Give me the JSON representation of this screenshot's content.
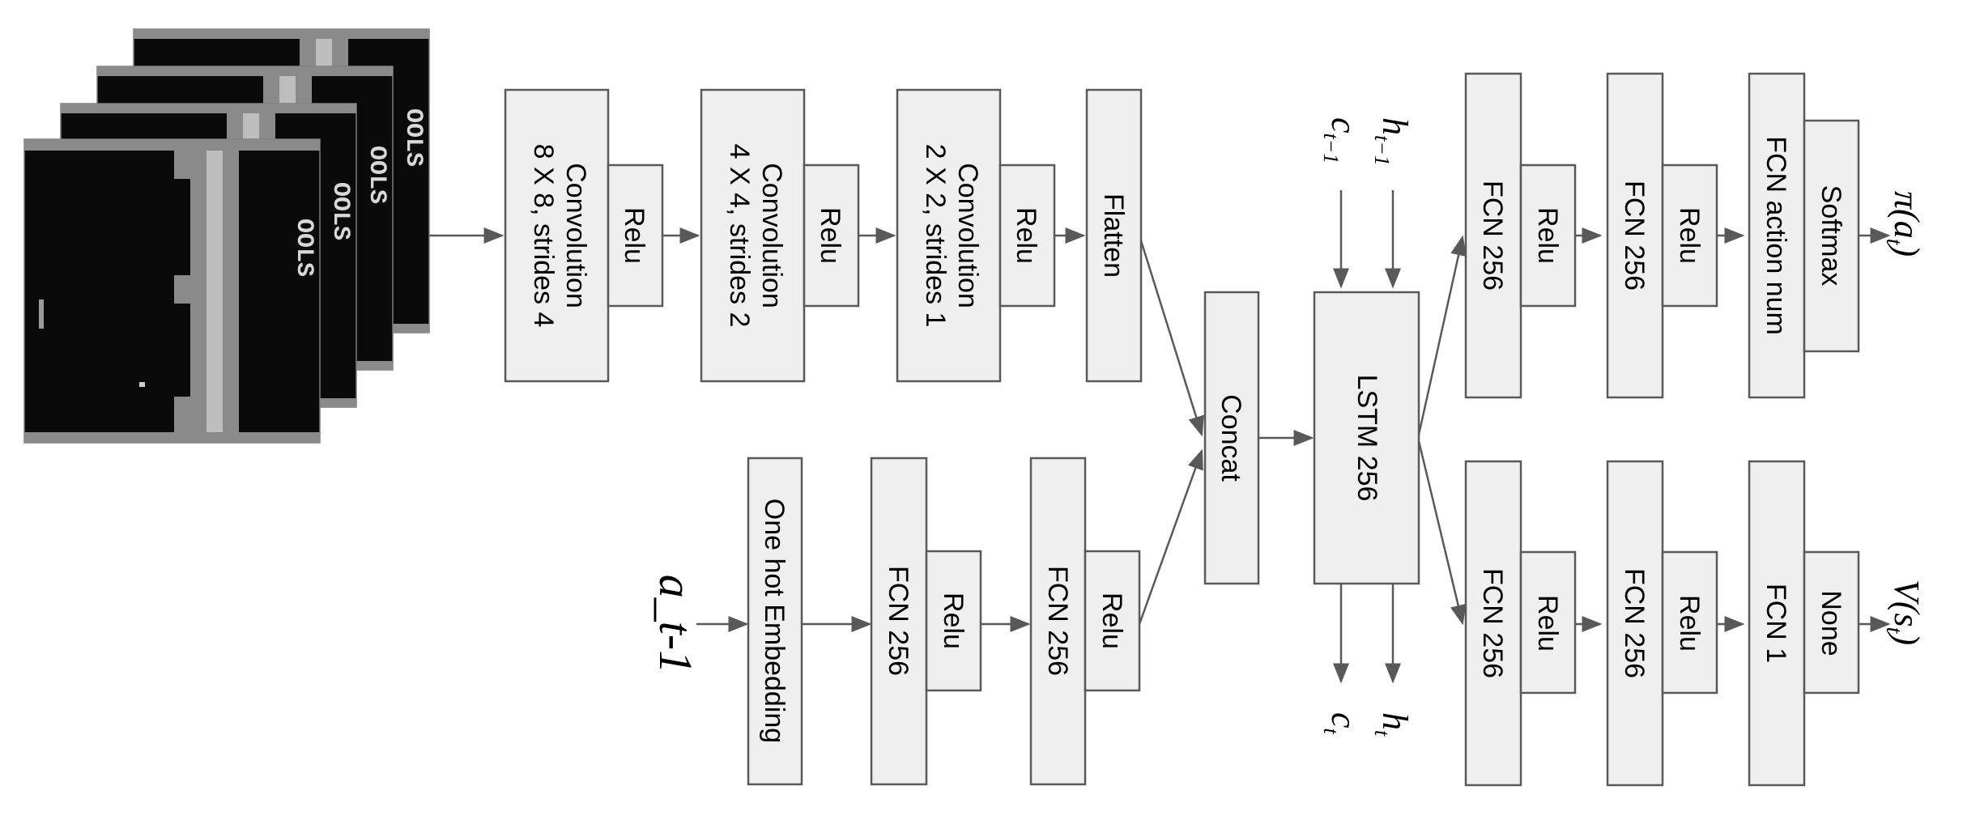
{
  "colors": {
    "box_fill": "#efefef",
    "box_stroke": "#595959",
    "arrow": "#595959",
    "frame_black": "#0a0a0a",
    "frame_gray": "#8a8a8a"
  },
  "input_frames": {
    "description_icon": "stacked-game-frames",
    "count": 4,
    "score_text": "OOLS"
  },
  "conv_branch": {
    "conv1": {
      "line1": "Convolution",
      "line2": "8 X 8, strides 4",
      "activation": "Relu"
    },
    "conv2": {
      "line1": "Convolution",
      "line2": "4 X 4, strides 2",
      "activation": "Relu"
    },
    "conv3": {
      "line1": "Convolution",
      "line2": "2 X 2, strides 1",
      "activation": "Relu"
    },
    "flatten": "Flatten"
  },
  "action_branch": {
    "input": "a_t-1",
    "embedding": "One hot Embedding",
    "fc1": {
      "label": "FCN 256",
      "activation": "Relu"
    },
    "fc2": {
      "label": "FCN 256",
      "activation": "Relu"
    }
  },
  "concat": "Concat",
  "lstm": {
    "label": "LSTM 256",
    "in_c": "c",
    "in_c_sub": "t−1",
    "in_h": "h",
    "in_h_sub": "t−1",
    "out_c": "c",
    "out_c_sub": "t",
    "out_h": "h",
    "out_h_sub": "t"
  },
  "policy_head": {
    "fc1": {
      "label": "FCN 256",
      "activation": "Relu"
    },
    "fc2": {
      "label": "FCN 256",
      "activation": "Relu"
    },
    "fc3": {
      "label": "FCN action num",
      "activation": "Softmax"
    },
    "output": "π(a",
    "output_sub": "t",
    "output_close": ")"
  },
  "value_head": {
    "fc1": {
      "label": "FCN 256",
      "activation": "Relu"
    },
    "fc2": {
      "label": "FCN 256",
      "activation": "Relu"
    },
    "fc3": {
      "label": "FCN 1",
      "activation": "None"
    },
    "output": "V(s",
    "output_sub": "t",
    "output_close": ")"
  }
}
